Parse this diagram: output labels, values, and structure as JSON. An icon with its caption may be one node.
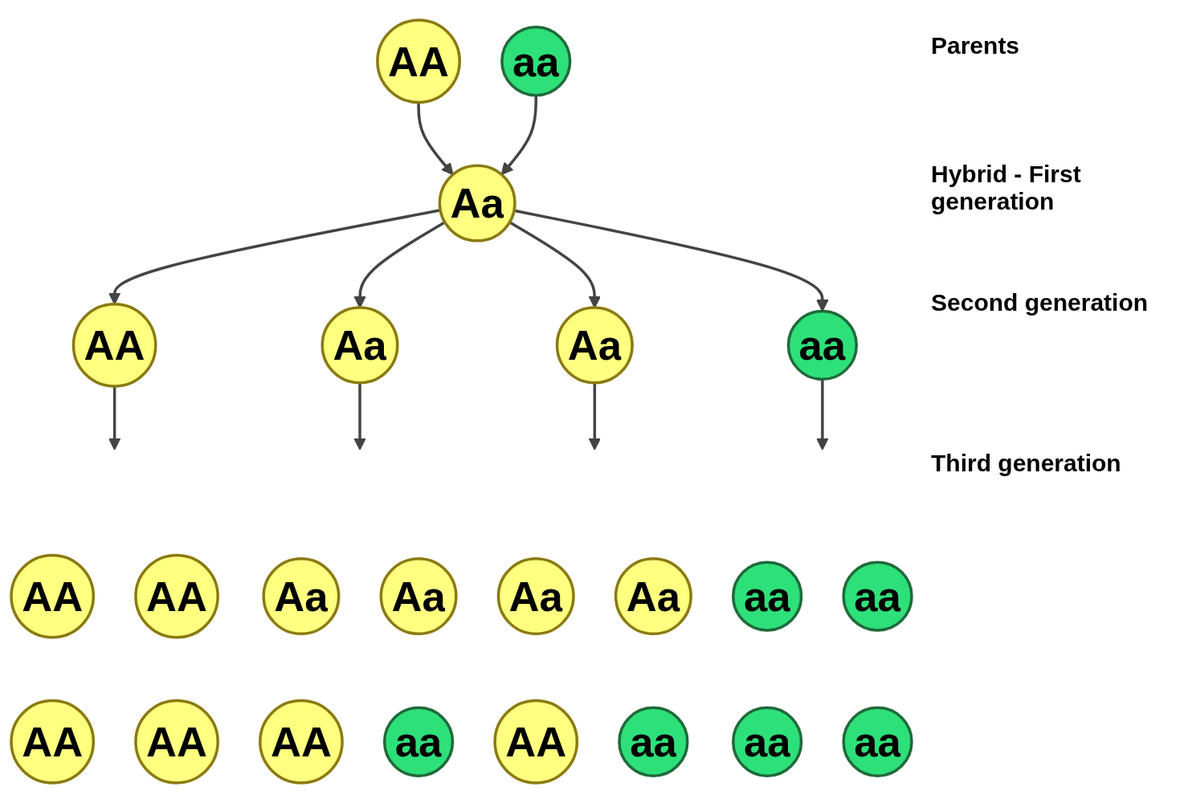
{
  "diagram": {
    "nodes": [
      {
        "text": [
          "AA"
        ]
      },
      {
        "text": [
          "aa"
        ]
      },
      {
        "text": [
          "Aa"
        ]
      },
      {
        "text": [
          "AA"
        ]
      },
      {
        "text": [
          "Aa"
        ]
      },
      {
        "text": [
          "Aa"
        ]
      },
      {
        "text": [
          "aa"
        ]
      },
      {
        "text": [
          "AA"
        ]
      },
      {
        "text": [
          "AA"
        ]
      },
      {
        "text": [
          "AA"
        ]
      },
      {
        "text": [
          "AA"
        ]
      },
      {
        "text": [
          "Aa"
        ]
      },
      {
        "text": [
          "Aa"
        ]
      },
      {
        "text": [
          "AA"
        ]
      },
      {
        "text": [
          "aa"
        ]
      },
      {
        "text": [
          "Aa"
        ]
      },
      {
        "text": [
          "Aa"
        ]
      },
      {
        "text": [
          "AA"
        ]
      },
      {
        "text": [
          "aa"
        ]
      },
      {
        "text": [
          "aa"
        ]
      },
      {
        "text": [
          "aa"
        ]
      },
      {
        "text": [
          "aa"
        ]
      },
      {
        "text": [
          "aa"
        ]
      }
    ],
    "edges": [
      {
        "from": 0,
        "to": 2,
        "arrow": "to"
      },
      {
        "from": 1,
        "to": 2,
        "arrow": "to"
      },
      {
        "from": 2,
        "to": 3,
        "arrow": "to"
      },
      {
        "from": 2,
        "to": 4,
        "arrow": "to"
      },
      {
        "from": 2,
        "to": 5,
        "arrow": "to"
      },
      {
        "from": 2,
        "to": 6,
        "arrow": "to"
      },
      {
        "from": 3,
        "to": null,
        "arrow": "to"
      },
      {
        "from": 4,
        "to": null,
        "arrow": "to"
      },
      {
        "from": 5,
        "to": null,
        "arrow": "to"
      },
      {
        "from": 6,
        "to": null,
        "arrow": "to"
      }
    ],
    "labels": [
      "Parents",
      "Hybrid - First generation",
      "Second generation",
      "Third generation"
    ]
  }
}
